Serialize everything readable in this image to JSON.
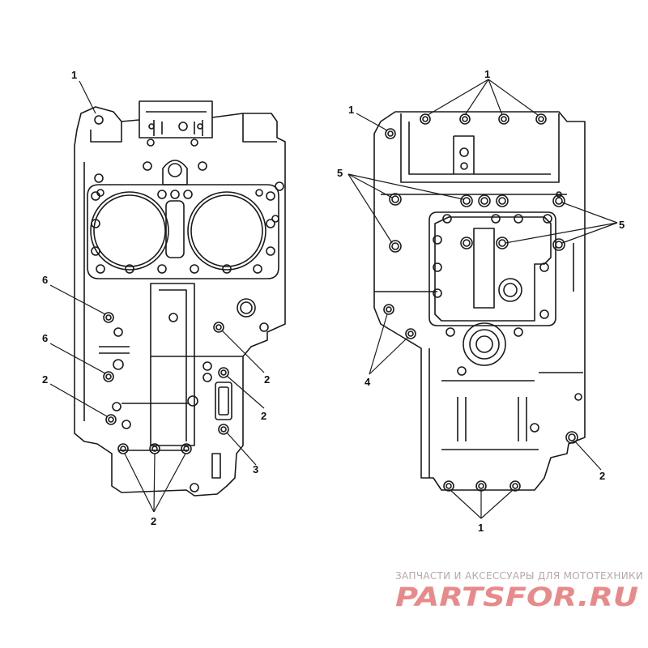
{
  "diagram": {
    "left_view": {
      "callouts": {
        "c1": "1",
        "c6a": "6",
        "c6b": "6",
        "c2a": "2",
        "c2b": "2",
        "c2c": "2",
        "c3": "3",
        "c2d": "2"
      }
    },
    "right_view": {
      "callouts": {
        "c1a": "1",
        "c1b": "1",
        "c5a": "5",
        "c5b": "5",
        "c4": "4",
        "c2": "2",
        "c1c": "1"
      }
    }
  },
  "watermark": {
    "tagline": "ЗАПЧАСТИ И АКСЕССУАРЫ ДЛЯ МОТОТЕХНИКИ",
    "logo_text": "PARTSFOR.RU"
  },
  "colors": {
    "line": "#1a1a1a",
    "watermark_logo": "#e88a8a",
    "watermark_tag": "#b8a8a8"
  }
}
